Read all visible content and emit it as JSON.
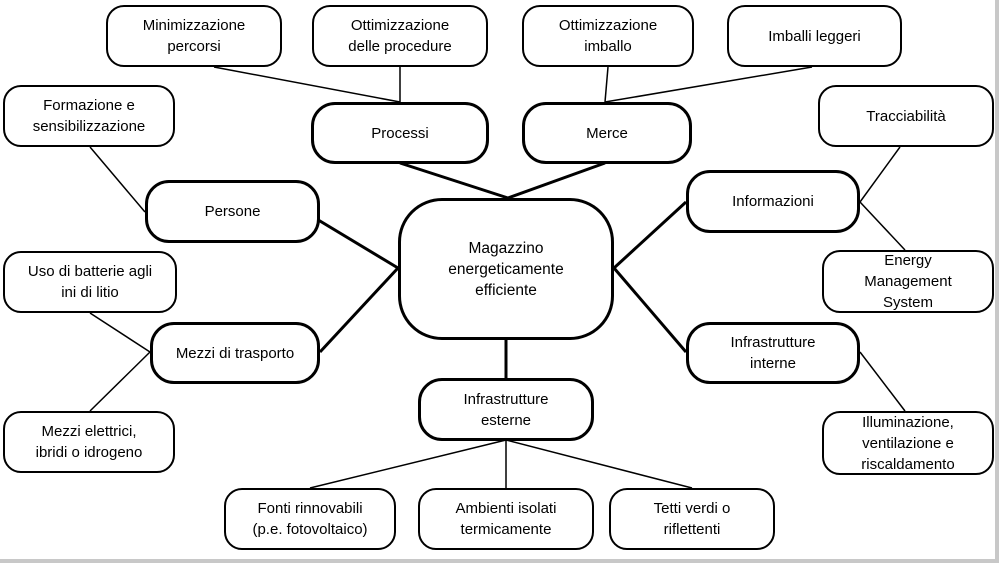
{
  "center": "Magazzino\nenergeticamente\nefficiente",
  "mid": {
    "processi": "Processi",
    "merce": "Merce",
    "persone": "Persone",
    "informazioni": "Informazioni",
    "mezzi_trasporto": "Mezzi di trasporto",
    "infrastrutture_interne": "Infrastrutture\ninterne",
    "infrastrutture_esterne": "Infrastrutture\nesterne"
  },
  "leaf": {
    "minimizzazione": "Minimizzazione\npercorsi",
    "ottimizzazione_procedure": "Ottimizzazione\ndelle procedure",
    "ottimizzazione_imballo": "Ottimizzazione\nimballo",
    "imballi_leggeri": "Imballi leggeri",
    "formazione": "Formazione e\nsensibilizzazione",
    "tracciabilita": "Tracciabilità",
    "energy_management": "Energy\nManagement\nSystem",
    "batterie": "Uso di batterie agli\nini di litio",
    "mezzi_elettrici": "Mezzi elettrici,\nibridi o idrogeno",
    "illuminazione": "Illuminazione,\nventilazione e\nriscaldamento",
    "fonti_rinnovabili": "Fonti rinnovabili\n(p.e. fotovoltaico)",
    "ambienti_isolati": "Ambienti isolati\ntermicamente",
    "tetti_verdi": "Tetti verdi o\nriflettenti"
  }
}
